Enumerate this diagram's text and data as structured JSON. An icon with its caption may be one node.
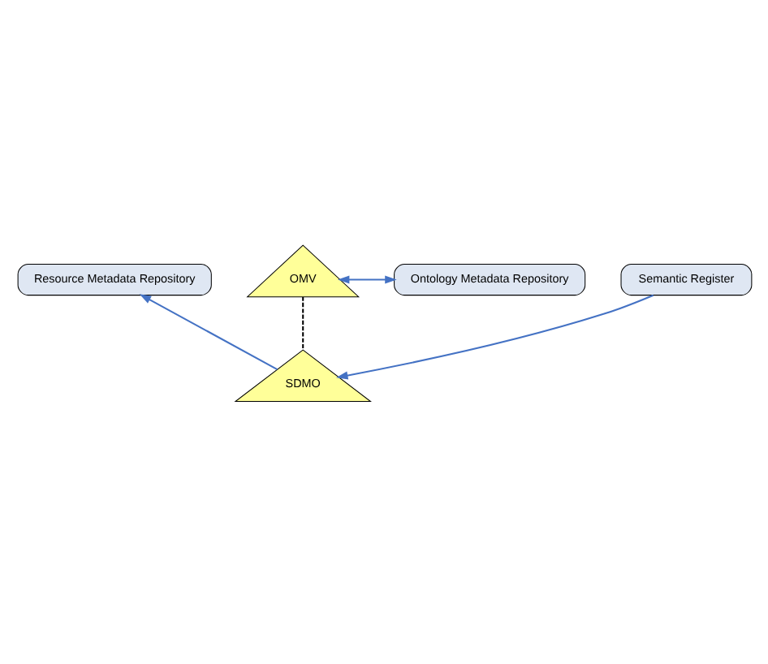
{
  "diagram": {
    "nodes": [
      {
        "text": [
          "Resource Metadata Repository"
        ]
      },
      {
        "text": [
          "Ontology Metadata Repository"
        ]
      },
      {
        "text": [
          "OMV"
        ]
      },
      {
        "text": [
          "SDMO"
        ]
      },
      {
        "text": [
          "Semantic Register"
        ]
      }
    ],
    "edges": [
      {
        "from": 2,
        "to": 3,
        "arrow": "none",
        "style": "dashed",
        "color": "#000000"
      },
      {
        "from": 2,
        "to": 1,
        "arrow": "both"
      },
      {
        "from": 3,
        "to": 0,
        "arrow": "to"
      },
      {
        "from": 4,
        "to": 3,
        "arrow": "to"
      }
    ]
  }
}
